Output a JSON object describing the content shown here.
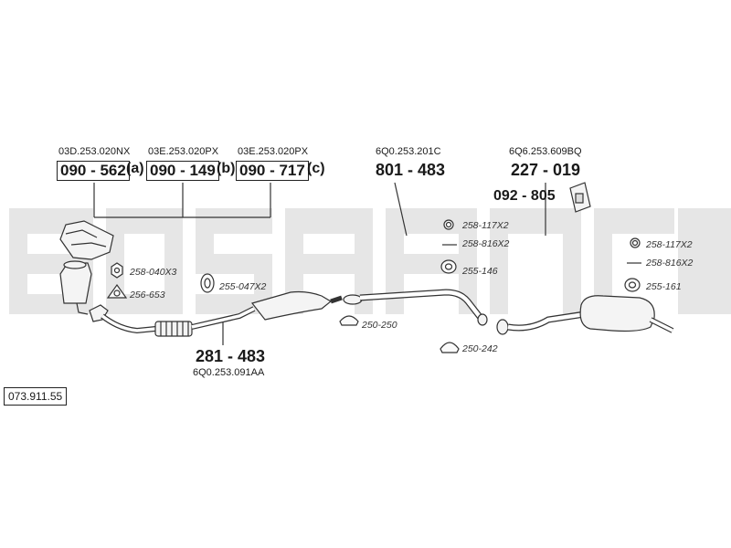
{
  "diagram": {
    "catalog_number": "073.911.55",
    "watermark_color": "#e6e6e6",
    "line_color": "#333333",
    "manifolds": [
      {
        "oem": "03D.253.020NX",
        "part": "090 - 562",
        "variant": "(a)"
      },
      {
        "oem": "03E.253.020PX",
        "part": "090 - 149",
        "variant": "(b)"
      },
      {
        "oem": "03E.253.020PX",
        "part": "090 - 717",
        "variant": "(c)"
      }
    ],
    "front_pipe": {
      "oem": "6Q0.253.091AA",
      "part": "281 - 483"
    },
    "middle_pipe": {
      "oem": "6Q0.253.201C",
      "part": "801 - 483"
    },
    "rear_silencer": {
      "oem": "6Q6.253.609BQ",
      "part": "227 - 019"
    },
    "heat_shield": {
      "part": "092 - 805"
    },
    "fittings": {
      "f1": "258-040X3",
      "f2": "256-653",
      "f3": "255-047X2",
      "f4": "250-250",
      "f5": "258-117X2",
      "f6": "258-816X2",
      "f7": "255-146",
      "f8": "250-242",
      "f9": "258-117X2",
      "f10": "258-816X2",
      "f11": "255-161"
    }
  }
}
